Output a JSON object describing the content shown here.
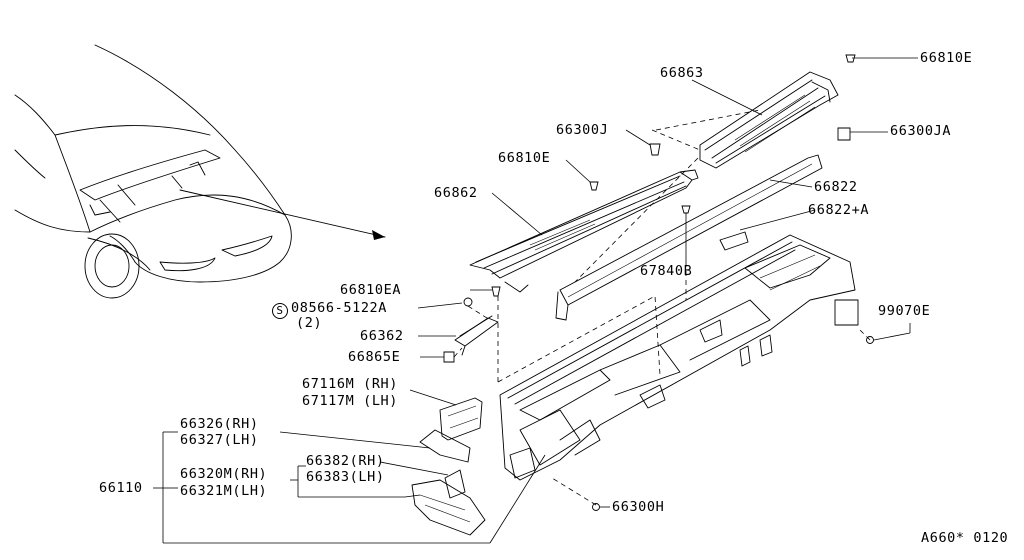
{
  "labels": {
    "p66810E": "66810E",
    "p66863": "66863",
    "p66300J": "66300J",
    "p66300JA": "66300JA",
    "p66810E_b": "66810E",
    "p66862": "66862",
    "p66822": "66822",
    "p66822A": "66822+A",
    "p67840B": "67840B",
    "p66810EA": "66810EA",
    "p08566_symbol": "S",
    "p08566": "08566-5122A",
    "p08566_qty": "(2)",
    "p66362": "66362",
    "p66865E": "66865E",
    "p99070E": "99070E",
    "p67116M": "67116M (RH)",
    "p67117M": "67117M (LH)",
    "p66326": "66326(RH)",
    "p66327": "66327(LH)",
    "p66382": "66382(RH)",
    "p66383": "66383(LH)",
    "p66320M": "66320M(RH)",
    "p66321M": "66321M(LH)",
    "p66110": "66110",
    "p66300H": "66300H"
  },
  "diagram_code": "A660* 0120"
}
